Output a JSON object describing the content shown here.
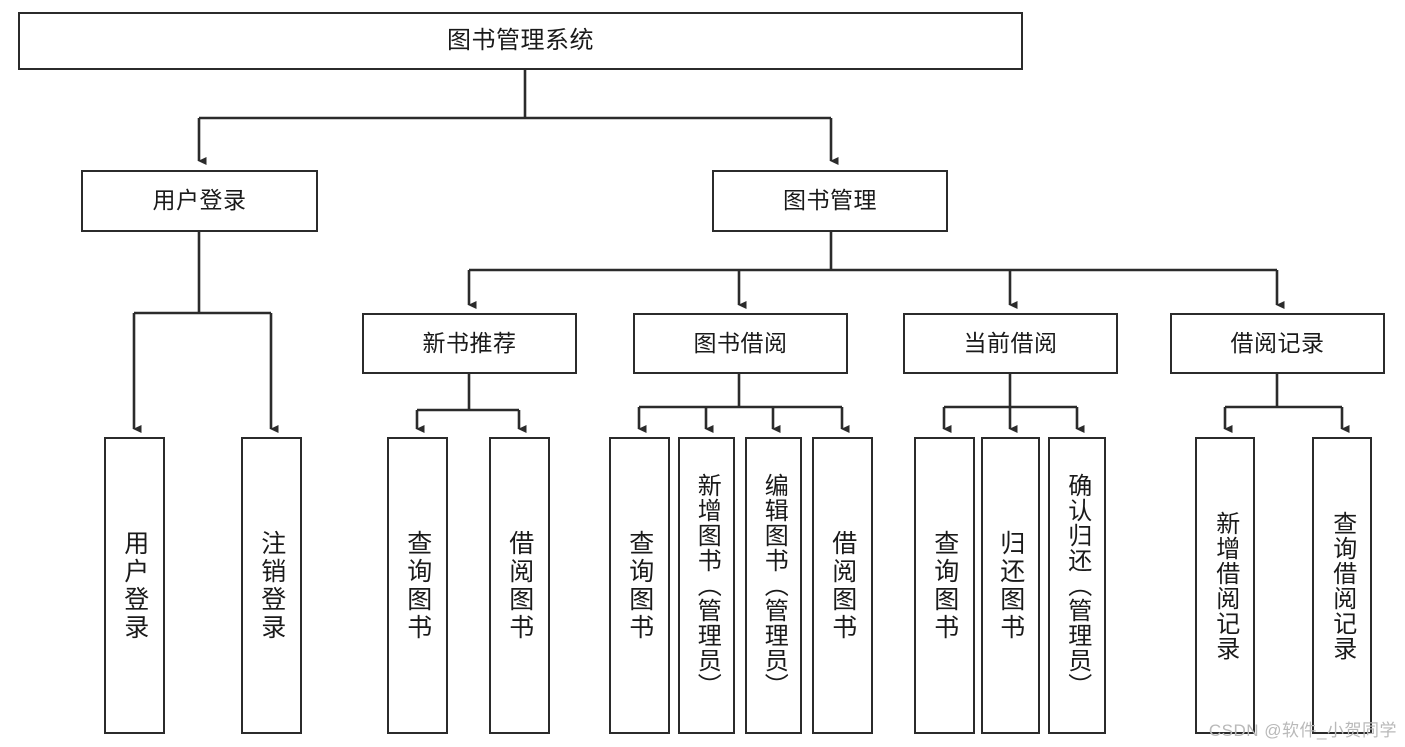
{
  "diagram": {
    "title": "图书管理系统",
    "type": "tree-hierarchy",
    "root": {
      "label": "图书管理系统"
    },
    "level2": [
      {
        "label": "用户登录"
      },
      {
        "label": "图书管理"
      }
    ],
    "level3": [
      {
        "label": "新书推荐"
      },
      {
        "label": "图书借阅"
      },
      {
        "label": "当前借阅"
      },
      {
        "label": "借阅记录"
      }
    ],
    "leaves": {
      "user_login": [
        {
          "label": "用户登录"
        },
        {
          "label": "注销登录"
        }
      ],
      "new_book_recommend": [
        {
          "label": "查询图书"
        },
        {
          "label": "借阅图书"
        }
      ],
      "book_borrow": [
        {
          "label": "查询图书"
        },
        {
          "label": "新增图书（管理员）"
        },
        {
          "label": "编辑图书（管理员）"
        },
        {
          "label": "借阅图书"
        }
      ],
      "current_borrow": [
        {
          "label": "查询图书"
        },
        {
          "label": "归还图书"
        },
        {
          "label": "确认归还（管理员）"
        }
      ],
      "borrow_record": [
        {
          "label": "新增借阅记录"
        },
        {
          "label": "查询借阅记录"
        }
      ]
    }
  },
  "watermark": {
    "text": "CSDN @软件_小贺同学"
  },
  "colors": {
    "stroke": "#2b2b2b",
    "background": "#ffffff",
    "text": "#1a1a1a",
    "watermark": "#b9b9b9"
  }
}
